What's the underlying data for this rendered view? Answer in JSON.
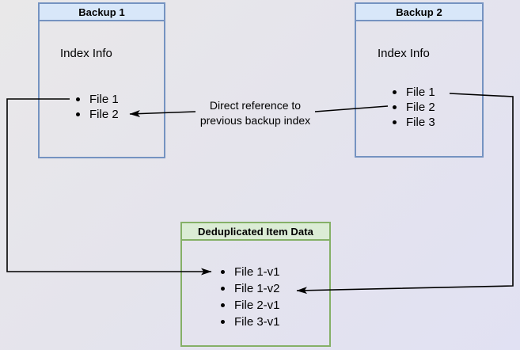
{
  "boxes": {
    "backup1": {
      "title": "Backup 1",
      "label": "Index Info",
      "files": [
        "File 1",
        "File 2"
      ],
      "header_fill": "#d8e7f9",
      "border": "#7593c1"
    },
    "backup2": {
      "title": "Backup 2",
      "label": "Index Info",
      "files": [
        "File 1",
        "File 2",
        "File 3"
      ],
      "header_fill": "#d8e7f9",
      "border": "#7593c1"
    },
    "dedup": {
      "title": "Deduplicated Item Data",
      "files": [
        "File 1-v1",
        "File 1-v2",
        "File 2-v1",
        "File 3-v1"
      ],
      "header_fill": "#dbecd5",
      "border": "#85b067"
    }
  },
  "annotation": {
    "line1": "Direct reference to",
    "line2": "previous backup index"
  },
  "connectors": {
    "color": "#000000",
    "backup1_file1_to_dedup_file1v1": "Backup 1 File 1 → Deduplicated File 1-v1",
    "backup2_file2_to_backup1_file2": "Backup 2 File 2 → Backup 1 File 2 (direct reference)",
    "backup2_file1_to_dedup_file1v2": "Backup 2 File 1 → Deduplicated File 1-v2"
  },
  "canvas": {
    "background_top_left": "#e9e8e9",
    "background_bottom_right": "#e1e1f3"
  }
}
